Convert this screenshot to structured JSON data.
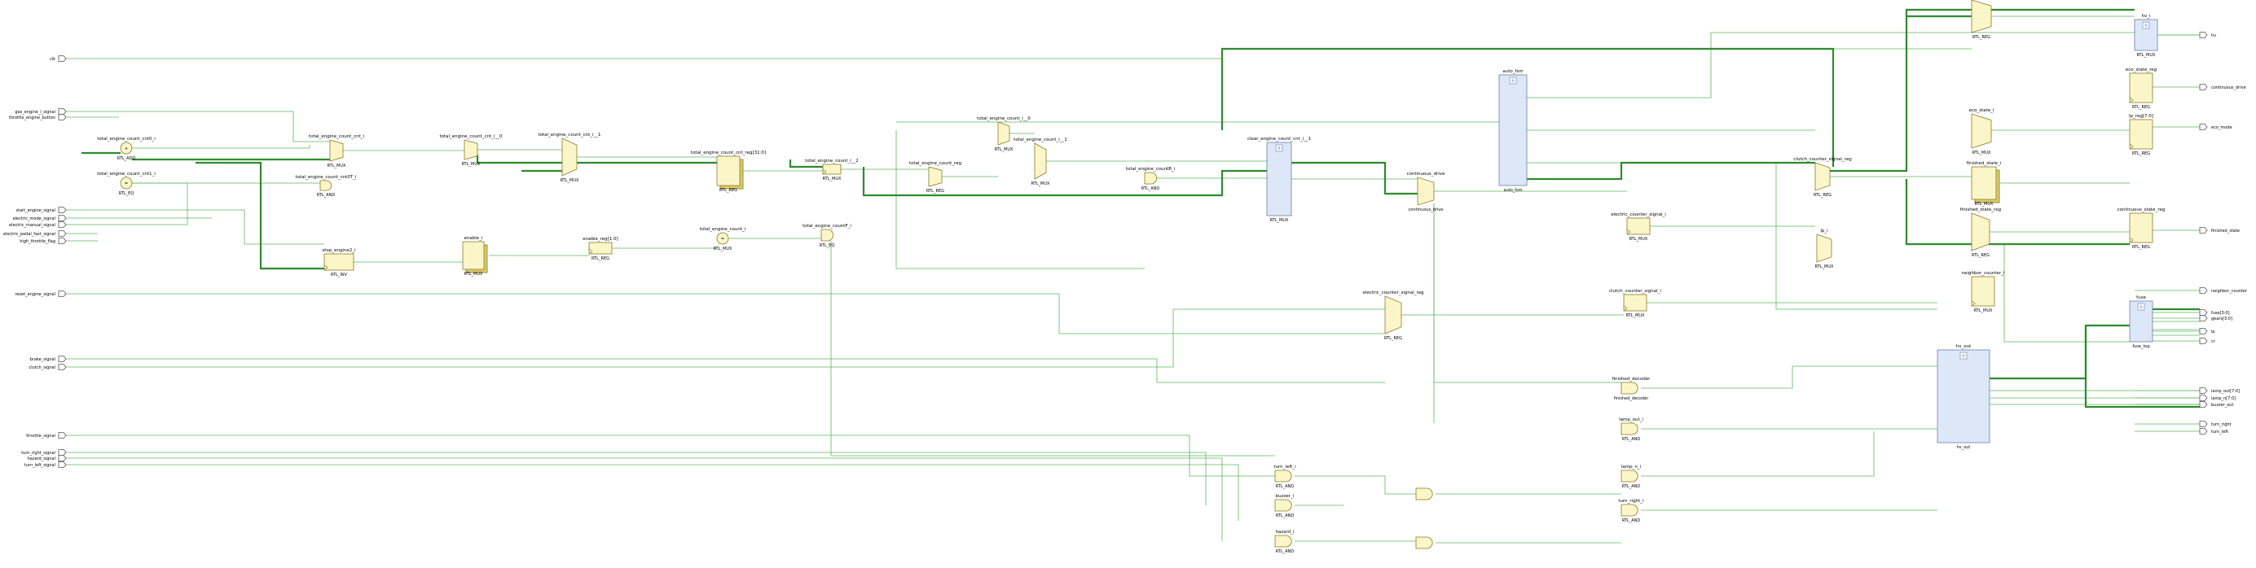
{
  "schematic": {
    "inputs": [
      "clk",
      "gas_engine_l_signal",
      "throttle_engine_button",
      "start_engine_signal",
      "electric_mode_signal",
      "electric_manual_signal",
      "electric_pedal_fast_signal",
      "high_throttle_flag",
      "reset_engine_signal",
      "brake_signal",
      "clutch_signal",
      "throttle_signal",
      "turn_right_signal",
      "hazard_signal",
      "turn_left_signal"
    ],
    "outputs": [
      "hv",
      "continuous_drive",
      "eco_mode",
      "finished_state",
      "neighbor_counter",
      "fuse[3:0]",
      "gears[3:0]",
      "lp",
      "cr",
      "lamp_out[7:0]",
      "lamp_n[7:0]",
      "buzzer_out",
      "turn_right",
      "turn_left"
    ],
    "primitives": [
      {
        "name": "total_engine_count_cnt0_i",
        "type": "RTL_ADD"
      },
      {
        "name": "total_engine_count_cnt1_i",
        "type": "RTL_EQ"
      },
      {
        "name": "total_engine_count_cnt_i",
        "type": "RTL_MUX"
      },
      {
        "name": "total_engine_count_cnt0T_i",
        "type": "RTL_AND"
      },
      {
        "name": "total_engine_count_cnt_i__0",
        "type": "RTL_MUX"
      },
      {
        "name": "total_engine_count_cnt_i__1",
        "type": "RTL_MUX"
      },
      {
        "name": "total_engine_count_cnt_reg[31:0]",
        "type": "RTL_REG"
      },
      {
        "name": "total_engine_count_i__0",
        "type": "RTL_MUX"
      },
      {
        "name": "total_engine_count_i__1",
        "type": "RTL_MUX"
      },
      {
        "name": "total_engine_count_i__2",
        "type": "RTL_MUX"
      },
      {
        "name": "total_engine_count_reg",
        "type": "RTL_REG"
      },
      {
        "name": "total_engine_count_i",
        "type": "RTL_MUX"
      },
      {
        "name": "total_engine_countF_i",
        "type": "RTL_EQ"
      },
      {
        "name": "total_engine_countB_i",
        "type": "RTL_AND"
      },
      {
        "name": "stop_engine2_i",
        "type": "RTL_INV"
      },
      {
        "name": "enable_i",
        "type": "RTL_MUX"
      },
      {
        "name": "enable_reg[1:0]",
        "type": "RTL_REG"
      },
      {
        "name": "clear_engine_count_cnt_i__1",
        "type": "RTL_MUX"
      },
      {
        "name": "auto_fsm",
        "type": "auto_fsm"
      },
      {
        "name": "continuous_drive",
        "type": "continuous_drive"
      },
      {
        "name": "electric_counter_signal_i",
        "type": "RTL_MUX"
      },
      {
        "name": "electric_counter_signal_reg",
        "type": "RTL_REG"
      },
      {
        "name": "clutch_counter_signal_i",
        "type": "RTL_MUX"
      },
      {
        "name": "clutch_counter_signal_reg",
        "type": "RTL_REG"
      },
      {
        "name": "lp_i",
        "type": "RTL_MUX"
      },
      {
        "name": "neighbor_counter_i",
        "type": "RTL_MUX"
      },
      {
        "name": "neighbor_counter_reg",
        "type": "RTL_REG"
      },
      {
        "name": "hv_i",
        "type": "RTL_MUX"
      },
      {
        "name": "eco_state_i",
        "type": "RTL_MUX"
      },
      {
        "name": "eco_state_reg",
        "type": "RTL_REG"
      },
      {
        "name": "lp_reg[7:0]",
        "type": "RTL_REG"
      },
      {
        "name": "finished_state_i",
        "type": "RTL_MUX"
      },
      {
        "name": "finished_state_reg",
        "type": "RTL_REG"
      },
      {
        "name": "continuous_state_reg",
        "type": "RTL_REG"
      },
      {
        "name": "hv_out",
        "type": "hv_out"
      },
      {
        "name": "fuse",
        "type": "fuse_top"
      },
      {
        "name": "finished_decoder",
        "type": "finished_decoder"
      },
      {
        "name": "lamp_out_i",
        "type": "RTL_AND"
      },
      {
        "name": "lamp_n_i",
        "type": "RTL_AND"
      },
      {
        "name": "turn_right_i",
        "type": "RTL_AND"
      },
      {
        "name": "turn_left_i",
        "type": "RTL_AND"
      },
      {
        "name": "buzzer_i",
        "type": "RTL_AND"
      },
      {
        "name": "hazard_i",
        "type": "RTL_AND"
      }
    ]
  }
}
